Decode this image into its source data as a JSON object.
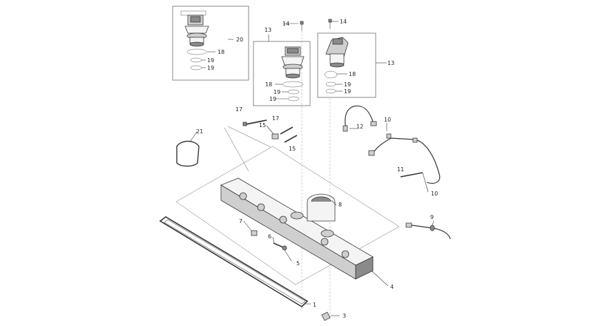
{
  "callouts": [
    {
      "id": "c1",
      "text": "1"
    },
    {
      "id": "c3",
      "text": "3"
    },
    {
      "id": "c4",
      "text": "4"
    },
    {
      "id": "c5",
      "text": "5"
    },
    {
      "id": "c6",
      "text": "6"
    },
    {
      "id": "c7",
      "text": "7"
    },
    {
      "id": "c8",
      "text": "8"
    },
    {
      "id": "c9",
      "text": "9"
    },
    {
      "id": "c10a",
      "text": "10"
    },
    {
      "id": "c10b",
      "text": "10"
    },
    {
      "id": "c11",
      "text": "11"
    },
    {
      "id": "c12",
      "text": "12"
    },
    {
      "id": "c13a",
      "text": "13"
    },
    {
      "id": "c13b",
      "text": "13"
    },
    {
      "id": "c14a",
      "text": "14"
    },
    {
      "id": "c14b",
      "text": "14"
    },
    {
      "id": "c15a",
      "text": "15"
    },
    {
      "id": "c15b",
      "text": "15"
    },
    {
      "id": "c17a",
      "text": "17"
    },
    {
      "id": "c17b",
      "text": "17"
    },
    {
      "id": "c18a",
      "text": "18"
    },
    {
      "id": "c18b",
      "text": "18"
    },
    {
      "id": "c18c",
      "text": "18"
    },
    {
      "id": "c19a",
      "text": "19"
    },
    {
      "id": "c19b",
      "text": "19"
    },
    {
      "id": "c19c",
      "text": "19"
    },
    {
      "id": "c19d",
      "text": "19"
    },
    {
      "id": "c19e",
      "text": "19"
    },
    {
      "id": "c19f",
      "text": "19"
    },
    {
      "id": "c20",
      "text": "20"
    },
    {
      "id": "c21",
      "text": "21"
    }
  ]
}
